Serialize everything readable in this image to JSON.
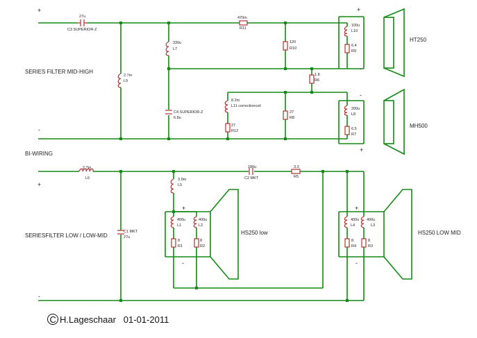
{
  "section_labels": {
    "series_filter_mid_high": "SERIES FILTER MID-HIGH",
    "bi_wiring": "BI-WIRING",
    "seriesfilter_low_lowmid": "SERIESFILTER LOW / LOW-MID"
  },
  "speakers": {
    "ht250": "HT250",
    "mh500": "MH500",
    "hs250_low": "HS250 low",
    "hs250_low_mid": "HS250 LOW MID"
  },
  "terminals": {
    "plus": "+",
    "minus": "-"
  },
  "components": {
    "c3_value": "27u",
    "c3_name": "C3 SUPERIOR-Z",
    "r11_value": "470m",
    "r11_name": "R11",
    "l9_value": "2.7m",
    "l9_name": "L9",
    "l7_value": "330u",
    "l7_name": "L7",
    "r10_value": "120",
    "r10_name": "R10",
    "l10_value": "100u",
    "l10_name": "L10",
    "r9_value": "6.4",
    "r9_name": "R9",
    "r6_value": "1.8",
    "r6_name": "R6",
    "c4_name": "C4 SUPERIOR-Z",
    "c4_value": "6.8u",
    "l11_value": "8.2m",
    "l11_name": "L11 correctioncoil",
    "r12_value": "27",
    "r12_name": "R12",
    "r8_value": "27",
    "r8_name": "R8",
    "l8_value": "200u",
    "l8_name": "L8",
    "r7_value": "6.5",
    "r7_name": "R7",
    "l6_value": "2.7m",
    "l6_name": "L6",
    "c2_value": "180u",
    "c2_name": "C2 MKT",
    "r5_value": "3.3",
    "r5_name": "R5",
    "l5_value": "3.9m",
    "l5_name": "L5",
    "c1_name": "C1 MKT",
    "c1_value": "27u",
    "l1_value": "400u",
    "l1_name": "L1",
    "l2_value": "400u",
    "l2_name": "L2",
    "r1_value": "8",
    "r1_name": "R1",
    "r2_value": "8",
    "r2_name": "R2",
    "l4_value": "400u",
    "l4_name": "L4",
    "l3_value": "400u",
    "l3_name": "L3",
    "r4_value": "8",
    "r4_name": "R4",
    "r3_value": "8",
    "r3_name": "R3"
  },
  "footer": {
    "copyright_symbol": "C",
    "author_date": "H.Lageschaar   01-01-2011"
  },
  "colors": {
    "wire": "#138a13",
    "component": "#b23030",
    "text": "#222222"
  }
}
